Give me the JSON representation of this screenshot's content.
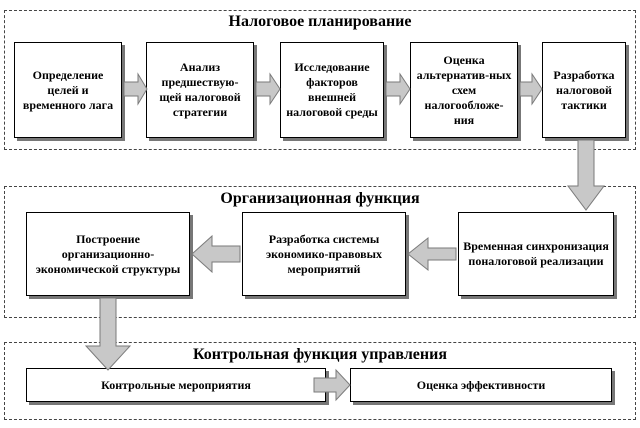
{
  "sections": {
    "planning": {
      "title": "Налоговое планирование"
    },
    "organization": {
      "title": "Организационная функция"
    },
    "control": {
      "title": "Контрольная функция управления"
    }
  },
  "boxes": {
    "goals": "Определение целей и временного лага",
    "analysis": "Анализ предшествую-щей налоговой стратегии",
    "factors": "Исследование факторов внешней налоговой среды",
    "alternatives": "Оценка альтернатив-ных схем налогообложе-ния",
    "tactics": "Разработка налоговой тактики",
    "sync": "Временная синхронизация поналоговой реализации",
    "system": "Разработка системы экономико-правовых мероприятий",
    "structure": "Построение организационно-экономической структуры",
    "control_measures": "Контрольные мероприятия",
    "efficiency": "Оценка эффективности"
  },
  "colors": {
    "arrow_fill": "#c8c8c8",
    "arrow_stroke": "#7a7a7a",
    "border": "#444444"
  }
}
